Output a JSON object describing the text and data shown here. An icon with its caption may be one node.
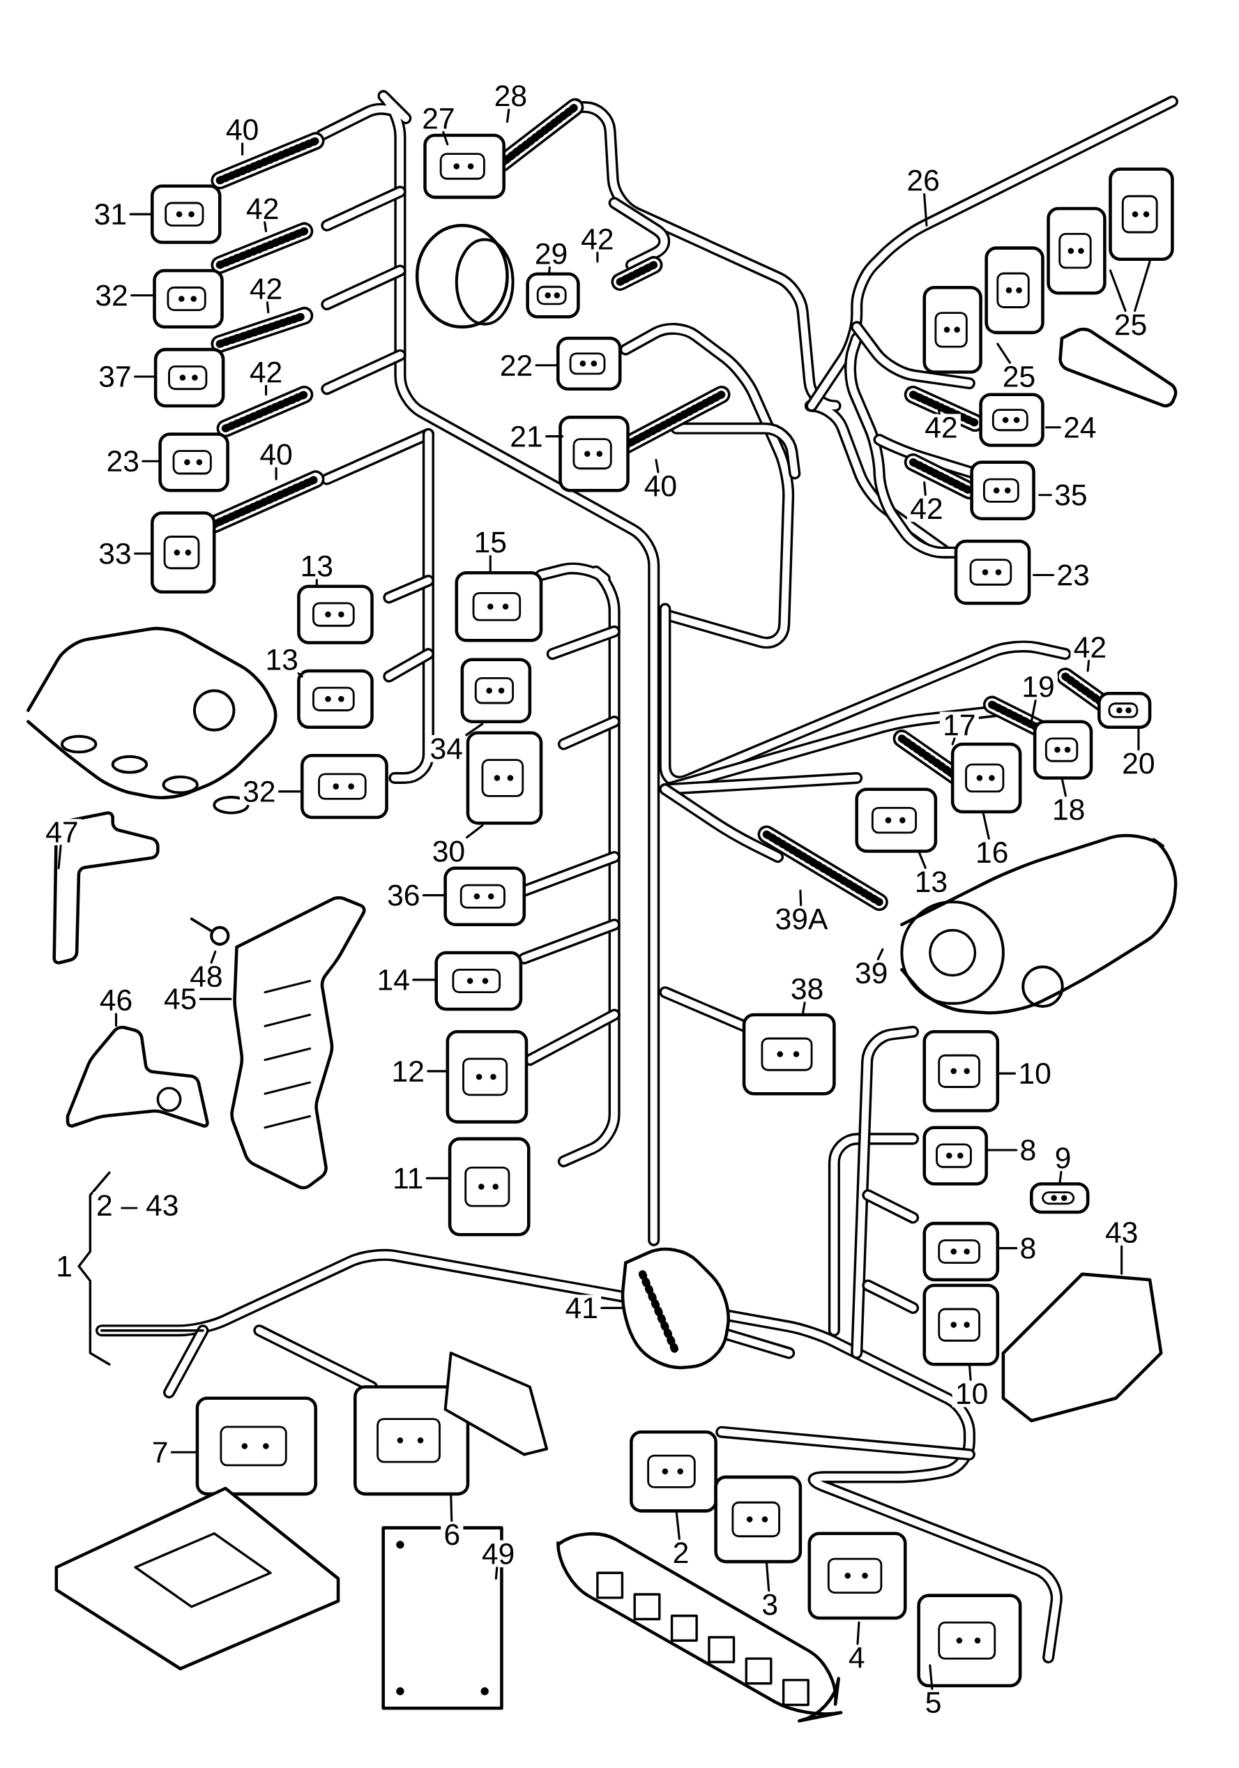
{
  "diagram": {
    "nodes": [
      {
        "text": [
          "40"
        ]
      },
      {
        "text": [
          "28"
        ]
      },
      {
        "text": [
          "27"
        ]
      },
      {
        "text": [
          "31"
        ]
      },
      {
        "text": [
          "42"
        ]
      },
      {
        "text": [
          "26"
        ]
      },
      {
        "text": [
          "32"
        ]
      },
      {
        "text": [
          "42"
        ]
      },
      {
        "text": [
          "29"
        ]
      },
      {
        "text": [
          "42"
        ]
      },
      {
        "text": [
          "25"
        ]
      },
      {
        "text": [
          "37"
        ]
      },
      {
        "text": [
          "42"
        ]
      },
      {
        "text": [
          "22"
        ]
      },
      {
        "text": [
          "25"
        ]
      },
      {
        "text": [
          "24"
        ]
      },
      {
        "text": [
          "42"
        ]
      },
      {
        "text": [
          "21"
        ]
      },
      {
        "text": [
          "23"
        ]
      },
      {
        "text": [
          "40"
        ]
      },
      {
        "text": [
          "40"
        ]
      },
      {
        "text": [
          "35"
        ]
      },
      {
        "text": [
          "42"
        ]
      },
      {
        "text": [
          "33"
        ]
      },
      {
        "text": [
          "15"
        ]
      },
      {
        "text": [
          "13"
        ]
      },
      {
        "text": [
          "23"
        ]
      },
      {
        "text": [
          "42"
        ]
      },
      {
        "text": [
          "13"
        ]
      },
      {
        "text": [
          "19"
        ]
      },
      {
        "text": [
          "17"
        ]
      },
      {
        "text": [
          "34"
        ]
      },
      {
        "text": [
          "20"
        ]
      },
      {
        "text": [
          "32"
        ]
      },
      {
        "text": [
          "18"
        ]
      },
      {
        "text": [
          "30"
        ]
      },
      {
        "text": [
          "47"
        ]
      },
      {
        "text": [
          "16"
        ]
      },
      {
        "text": [
          "13"
        ]
      },
      {
        "text": [
          "36"
        ]
      },
      {
        "text": [
          "39A"
        ]
      },
      {
        "text": [
          "48"
        ]
      },
      {
        "text": [
          "39"
        ]
      },
      {
        "text": [
          "14"
        ]
      },
      {
        "text": [
          "38"
        ]
      },
      {
        "text": [
          "45"
        ]
      },
      {
        "text": [
          "46"
        ]
      },
      {
        "text": [
          "10"
        ]
      },
      {
        "text": [
          "12"
        ]
      },
      {
        "text": [
          "8"
        ]
      },
      {
        "text": [
          "9"
        ]
      },
      {
        "text": [
          "11"
        ]
      },
      {
        "text": [
          "43"
        ]
      },
      {
        "text": [
          "8"
        ]
      },
      {
        "text": [
          "41"
        ]
      },
      {
        "text": [
          "10"
        ]
      },
      {
        "text": [
          "7"
        ]
      },
      {
        "text": [
          "6"
        ]
      },
      {
        "text": [
          "49"
        ]
      },
      {
        "text": [
          "2"
        ]
      },
      {
        "text": [
          "3"
        ]
      },
      {
        "text": [
          "4"
        ]
      },
      {
        "text": [
          "5"
        ]
      },
      {
        "text": [],
        "shape": "picture"
      },
      {
        "text": [],
        "shape": "picture"
      },
      {
        "text": [],
        "shape": "picture"
      }
    ],
    "edges": [
      {
        "from": 0,
        "to": null,
        "arrow": "none"
      },
      {
        "from": 1,
        "to": null,
        "arrow": "none"
      },
      {
        "from": 2,
        "to": null,
        "arrow": "none"
      },
      {
        "from": 3,
        "to": null,
        "arrow": "none"
      },
      {
        "from": 4,
        "to": null,
        "arrow": "none"
      },
      {
        "from": 5,
        "to": null,
        "arrow": "none"
      },
      {
        "from": 6,
        "to": null,
        "arrow": "none"
      },
      {
        "from": 7,
        "to": null,
        "arrow": "none"
      },
      {
        "from": 8,
        "to": null,
        "arrow": "none"
      },
      {
        "from": 9,
        "to": null,
        "arrow": "none"
      },
      {
        "from": 10,
        "to": null,
        "arrow": "none"
      },
      {
        "from": 10,
        "to": null,
        "arrow": "none"
      },
      {
        "from": 11,
        "to": null,
        "arrow": "none"
      },
      {
        "from": 12,
        "to": null,
        "arrow": "none"
      },
      {
        "from": 13,
        "to": null,
        "arrow": "none"
      },
      {
        "from": 14,
        "to": null,
        "arrow": "none"
      },
      {
        "from": 15,
        "to": null,
        "arrow": "none"
      },
      {
        "from": 16,
        "to": null,
        "arrow": "none"
      },
      {
        "from": 17,
        "to": null,
        "arrow": "none"
      },
      {
        "from": 18,
        "to": null,
        "arrow": "none"
      },
      {
        "from": 19,
        "to": null,
        "arrow": "none"
      },
      {
        "from": 20,
        "to": null,
        "arrow": "none"
      },
      {
        "from": 21,
        "to": null,
        "arrow": "none"
      },
      {
        "from": 22,
        "to": null,
        "arrow": "none"
      },
      {
        "from": 23,
        "to": null,
        "arrow": "none"
      },
      {
        "from": 24,
        "to": null,
        "arrow": "none"
      },
      {
        "from": 25,
        "to": null,
        "arrow": "none"
      },
      {
        "from": 26,
        "to": null,
        "arrow": "none"
      },
      {
        "from": 27,
        "to": null,
        "arrow": "none"
      },
      {
        "from": 28,
        "to": null,
        "arrow": "none"
      },
      {
        "from": 29,
        "to": null,
        "arrow": "none"
      },
      {
        "from": 30,
        "to": null,
        "arrow": "none"
      },
      {
        "from": 31,
        "to": null,
        "arrow": "none"
      },
      {
        "from": 32,
        "to": null,
        "arrow": "none"
      },
      {
        "from": 33,
        "to": null,
        "arrow": "none"
      },
      {
        "from": 34,
        "to": null,
        "arrow": "none"
      },
      {
        "from": 35,
        "to": null,
        "arrow": "none"
      },
      {
        "from": 36,
        "to": null,
        "arrow": "none"
      },
      {
        "from": 37,
        "to": null,
        "arrow": "none"
      },
      {
        "from": 38,
        "to": null,
        "arrow": "none"
      },
      {
        "from": 39,
        "to": null,
        "arrow": "none"
      },
      {
        "from": 40,
        "to": null,
        "arrow": "none"
      },
      {
        "from": 41,
        "to": null,
        "arrow": "none"
      },
      {
        "from": 42,
        "to": null,
        "arrow": "none"
      },
      {
        "from": 43,
        "to": null,
        "arrow": "none"
      },
      {
        "from": 44,
        "to": null,
        "arrow": "none"
      },
      {
        "from": 45,
        "to": 63,
        "arrow": "none"
      },
      {
        "from": 46,
        "to": 64,
        "arrow": "none"
      },
      {
        "from": 47,
        "to": null,
        "arrow": "none"
      },
      {
        "from": 48,
        "to": null,
        "arrow": "none"
      },
      {
        "from": 49,
        "to": null,
        "arrow": "none"
      },
      {
        "from": 50,
        "to": null,
        "arrow": "none"
      },
      {
        "from": 51,
        "to": null,
        "arrow": "none"
      },
      {
        "from": 52,
        "to": 65,
        "arrow": "none"
      },
      {
        "from": 53,
        "to": null,
        "arrow": "none"
      },
      {
        "from": 54,
        "to": null,
        "arrow": "none"
      },
      {
        "from": 55,
        "to": null,
        "arrow": "none"
      },
      {
        "from": 56,
        "to": null,
        "arrow": "none"
      },
      {
        "from": 57,
        "to": null,
        "arrow": "none"
      },
      {
        "from": 58,
        "to": null,
        "arrow": "none"
      },
      {
        "from": 59,
        "to": null,
        "arrow": "none"
      },
      {
        "from": 60,
        "to": null,
        "arrow": "none"
      },
      {
        "from": 61,
        "to": null,
        "arrow": "none"
      },
      {
        "from": 62,
        "to": null,
        "arrow": "none"
      }
    ],
    "labels": [
      "2 – 43",
      "1"
    ]
  }
}
